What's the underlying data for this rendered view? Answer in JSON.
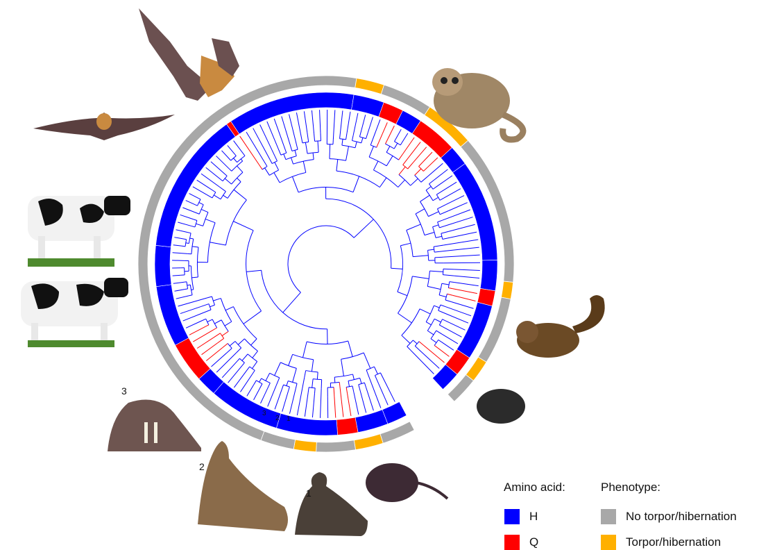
{
  "legend": {
    "amino_acid_title": "Amino acid:",
    "phenotype_title": "Phenotype:",
    "amino_items": [
      {
        "label": "H",
        "color": "#0000ff"
      },
      {
        "label": "Q",
        "color": "#ff0000"
      }
    ],
    "phenotype_items": [
      {
        "label": "No torpor/hibernation",
        "color": "#a8a8a8"
      },
      {
        "label": "Torpor/hibernation",
        "color": "#ffb000"
      }
    ]
  },
  "animal_labels": {
    "walrus": "3",
    "sea_lion": "2",
    "fur_seal": "1"
  },
  "inner_tree_labels": [
    "3",
    "2",
    "1"
  ],
  "animals": [
    {
      "name": "bat-flying",
      "icon": "bat"
    },
    {
      "name": "bat-gliding",
      "icon": "bat"
    },
    {
      "name": "mouse-lemur",
      "icon": "lemur"
    },
    {
      "name": "cow-1",
      "icon": "cow"
    },
    {
      "name": "cow-2",
      "icon": "cow"
    },
    {
      "name": "squirrel",
      "icon": "squirrel"
    },
    {
      "name": "mole",
      "icon": "mole"
    },
    {
      "name": "walrus",
      "icon": "walrus"
    },
    {
      "name": "sea-lion",
      "icon": "sea-lion"
    },
    {
      "name": "fur-seal",
      "icon": "fur-seal"
    },
    {
      "name": "mole-rat",
      "icon": "mole-rat"
    }
  ],
  "colors": {
    "branch_h": "#0000ff",
    "branch_q": "#ff0000",
    "ring_gray": "#a8a8a8",
    "ring_orange": "#ffb000"
  }
}
